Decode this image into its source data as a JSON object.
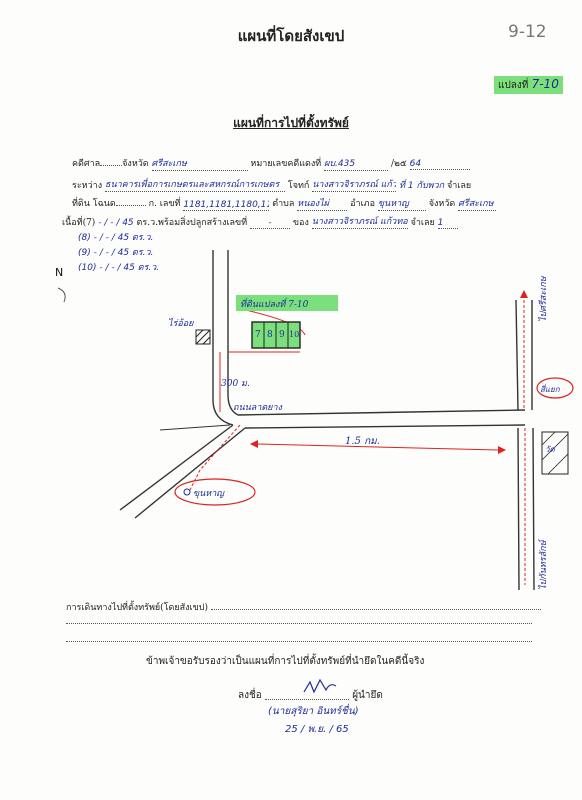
{
  "header": {
    "title": "แผนที่โดยสังเขป",
    "corner_note": "9-12",
    "plot_label": "แปลงที่",
    "plot_value": "7-10",
    "subtitle": "แผนที่การไปที่ตั้งทรัพย์"
  },
  "form": {
    "l1_a": "คดีศาล",
    "l1_b": "จังหวัด",
    "l1_province": "ศรีสะเกษ",
    "l1_c": "หมายเลขคดีแดงที่",
    "l1_case": "ผบ.435",
    "l1_year_prefix": "/๒๕",
    "l1_year": "64",
    "l2_a": "ระหว่าง",
    "l2_plaintiff": "ธนาคารเพื่อการเกษตรและสหกรณ์การเกษตร",
    "l2_b": "โจทก์",
    "l2_defendant": "นางสาวจิราภรณ์ แก้วทอง",
    "l2_c": "ที่ 1 กับพวก",
    "l2_d": "จำเลย",
    "l3_a": "ที่ดิน โฉนด",
    "l3_b": "ก. เลขที่",
    "l3_numbers": "1181,1181,1180,1180",
    "l3_c": "ตำบล",
    "l3_tambon": "หนองไผ่",
    "l3_d": "อำเภอ",
    "l3_amphoe": "ขุนหาญ",
    "l3_e": "จังหวัด",
    "l3_province": "ศรีสะเกษ",
    "l4_a": "เนื้อที่(7)",
    "l4_area": "- / - / 45",
    "l4_b": "ตร.ว.",
    "l4_c": "พร้อมสิ่งปลูกสร้างเลขที่",
    "l4_house": "-",
    "l4_d": "ของ",
    "l4_owner": "นางสาวจิราภรณ์ แก้วทอง",
    "l4_e": "จำเลย",
    "l4_defno": "1",
    "rows": [
      "(8) - / - / 45 ตร.ว.",
      "(9) - / - / 45 ตร.ว.",
      "(10) - / - / 45 ตร.ว."
    ]
  },
  "map": {
    "north": "N",
    "label_orchard": "ไร่อ้อย",
    "label_plot": "ที่ดินแปลงที่ 7-10",
    "plot_numbers": [
      "7",
      "8",
      "9",
      "10"
    ],
    "dist_300": "300 ม.",
    "road_label": "ถนนลาดยาง",
    "dist_15": "1.5 กม.",
    "label_khunhan": "ขุนหาญ",
    "label_right_top": "ไปศรีสะเกษ",
    "label_junction": "สี่แยก",
    "label_temple": "วัด",
    "label_right_bottom": "ไปกันทรลักษ์"
  },
  "footer": {
    "directions_label": "การเดินทางไปที่ตั้งทรัพย์(โดยสังเขป)",
    "certify": "ข้าพเจ้าขอรับรองว่าเป็นแผนที่การไปที่ตั้งทรัพย์ที่นำยึดในคดีนี้จริง",
    "sign_label": "ลงชื่อ",
    "sign_role": "ผู้นำยึด",
    "signer_name": "นายสุริยา อินทร์ชื่น",
    "date": "25 / พ.ย. / 65"
  }
}
